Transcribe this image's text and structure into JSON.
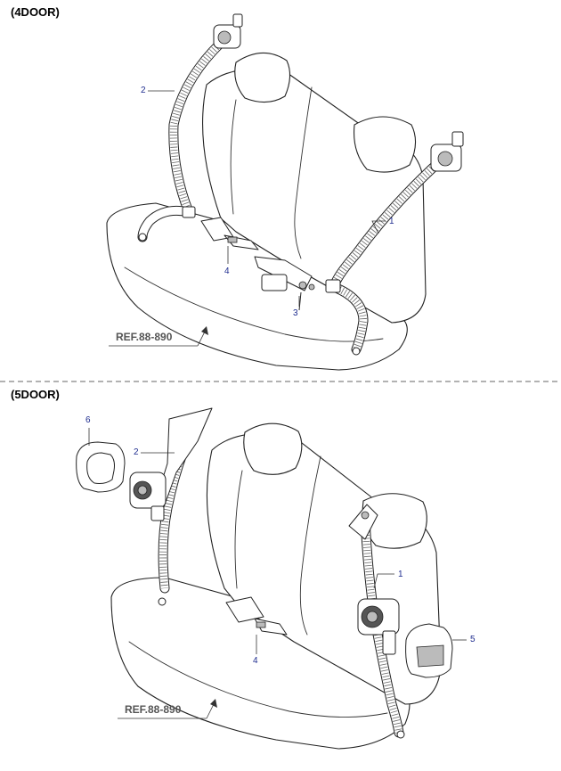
{
  "sections": {
    "top": {
      "title": "(4DOOR)",
      "ref": "REF.88-890",
      "callouts": [
        "1",
        "2",
        "3",
        "4"
      ]
    },
    "bottom": {
      "title": "(5DOOR)",
      "ref": "REF.88-890",
      "callouts": [
        "1",
        "2",
        "4",
        "5",
        "6"
      ]
    }
  },
  "colors": {
    "callout_text": "#1f2d8f",
    "line": "#222222",
    "background": "#ffffff"
  }
}
